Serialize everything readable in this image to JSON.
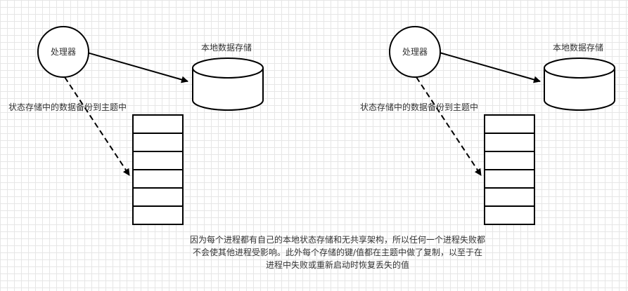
{
  "diagrams": [
    {
      "processor_label": "处理器",
      "storage_label": "本地数据存储",
      "backup_label": "状态存储中的数据备份到主题中"
    },
    {
      "processor_label": "处理器",
      "storage_label": "本地数据存储",
      "backup_label": "状态存储中的数据备份到主题中"
    }
  ],
  "caption": "因为每个进程都有自己的本地状态存储和无共享架构，所以任何一个进程失败都不会使其他进程受影响。此外每个存储的键/值都在主题中做了复制，以至于在进程中失败或重新启动时恢复丢失的值"
}
